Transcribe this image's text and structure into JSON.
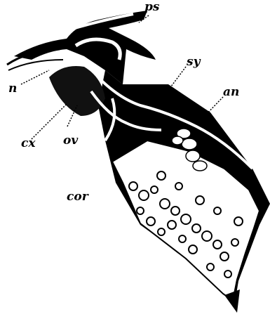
{
  "figure": {
    "labels": {
      "ps": "ps",
      "sy": "sy",
      "an": "an",
      "n": "n",
      "cx": "cx",
      "ov": "ov",
      "cor": "cor"
    },
    "colors": {
      "ink": "#000000",
      "paper": "#ffffff"
    }
  }
}
